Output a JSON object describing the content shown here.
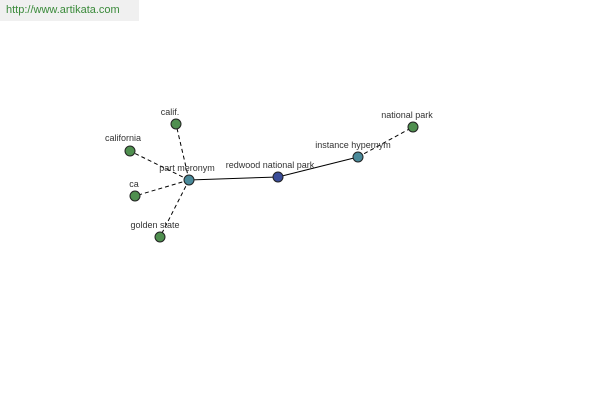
{
  "header": {
    "url_text": "http://www.artikata.com"
  },
  "colors": {
    "leaf_node": "#4f8f4f",
    "relation_node": "#4a8a9a",
    "center_node": "#3a4d99",
    "url_text": "#3a8a3a"
  },
  "graph": {
    "nodes": [
      {
        "id": "calif",
        "label": "calif.",
        "kind": "leaf"
      },
      {
        "id": "california",
        "label": "california",
        "kind": "leaf"
      },
      {
        "id": "ca",
        "label": "ca",
        "kind": "leaf"
      },
      {
        "id": "golden-state",
        "label": "golden state",
        "kind": "leaf"
      },
      {
        "id": "part-meronym",
        "label": "part meronym",
        "kind": "relation"
      },
      {
        "id": "redwood-national-park",
        "label": "redwood national park",
        "kind": "center"
      },
      {
        "id": "instance-hypernym",
        "label": "instance hypernym",
        "kind": "relation"
      },
      {
        "id": "national-park",
        "label": "national park",
        "kind": "leaf"
      }
    ],
    "edges": [
      {
        "from": "part-meronym",
        "to": "calif",
        "style": "dashed"
      },
      {
        "from": "part-meronym",
        "to": "california",
        "style": "dashed"
      },
      {
        "from": "part-meronym",
        "to": "ca",
        "style": "dashed"
      },
      {
        "from": "part-meronym",
        "to": "golden-state",
        "style": "dashed"
      },
      {
        "from": "part-meronym",
        "to": "redwood-national-park",
        "style": "solid"
      },
      {
        "from": "redwood-national-park",
        "to": "instance-hypernym",
        "style": "solid"
      },
      {
        "from": "instance-hypernym",
        "to": "national-park",
        "style": "dashed"
      }
    ]
  }
}
